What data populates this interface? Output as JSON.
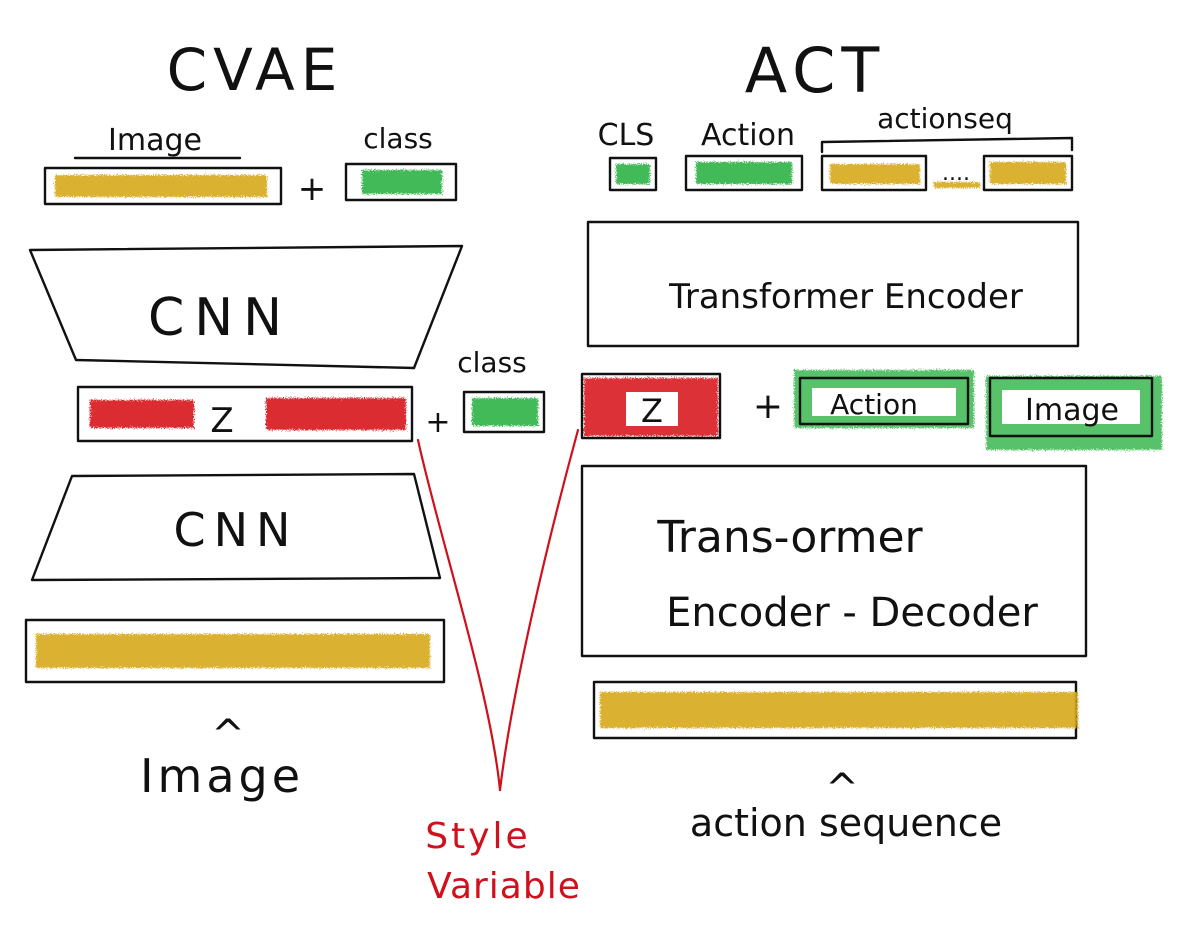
{
  "cvae": {
    "title": "CVAE",
    "input_image_label": "Image",
    "input_class_label": "class",
    "plus": "+",
    "encoder_label": "CNN",
    "latent_label": "Z",
    "cond_class_label": "class",
    "decoder_label": "CNN",
    "output_hat": "^",
    "output_label": "Image"
  },
  "act": {
    "title": "ACT",
    "cls_label": "CLS",
    "action_label": "Action",
    "action_seq_label": "actionseq",
    "ellipsis": "....",
    "encoder_label": "Transformer Encoder",
    "latent_label": "Z",
    "plus": "+",
    "cond_action_label": "Action",
    "cond_image_label": "Image",
    "decoder_label_line1": "Trans-ormer",
    "decoder_label_line2": "Encoder - Decoder",
    "output_hat": "^",
    "output_label": "action sequence"
  },
  "style_variable": {
    "line1": "Style",
    "line2": "Variable"
  },
  "colors": {
    "image_yellow": "#d8a91c",
    "class_green": "#2fb344",
    "latent_red": "#d8161e",
    "style_red": "#d0101c",
    "ink": "#111111"
  }
}
